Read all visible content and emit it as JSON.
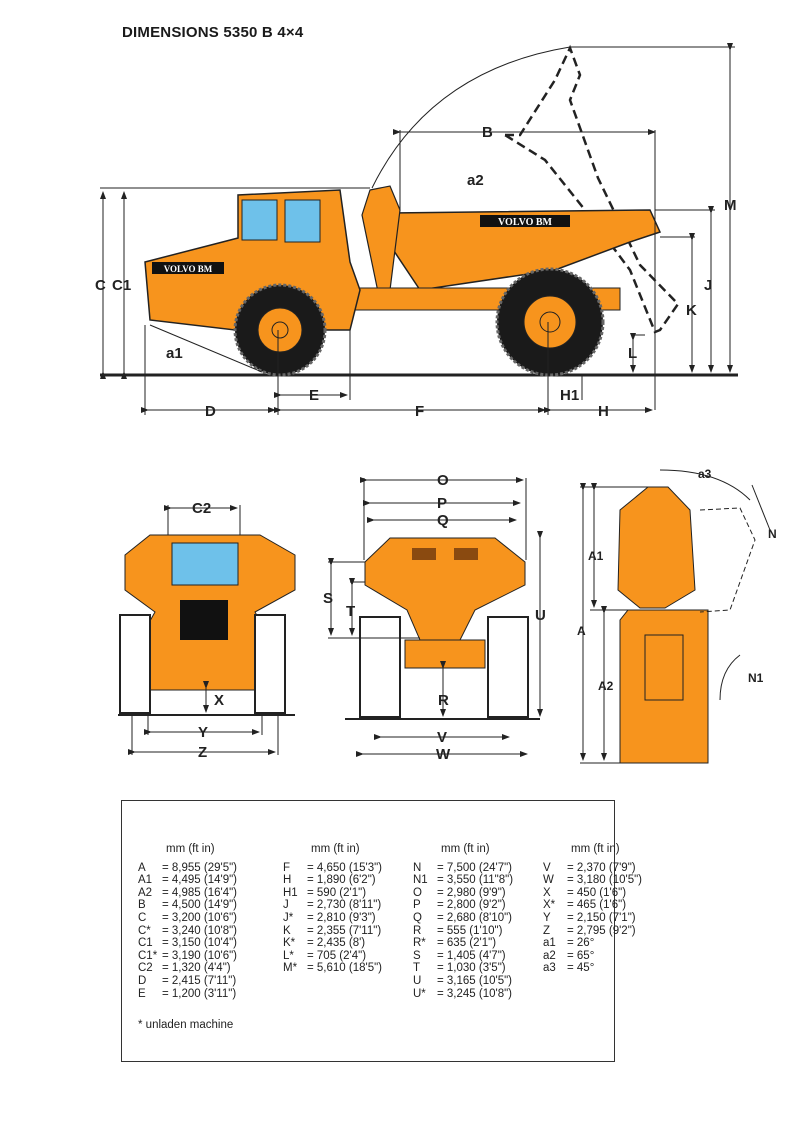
{
  "title": "DIMENSIONS 5350 B 4×4",
  "colors": {
    "machine_orange": "#F7941D",
    "glass_blue": "#6EC1EA",
    "line": "#222222"
  },
  "side_view": {
    "labels": [
      "B",
      "a2",
      "M",
      "C",
      "C1",
      "J",
      "K",
      "a1",
      "L",
      "E",
      "H1",
      "D",
      "F",
      "H"
    ],
    "logos": [
      "VOLVO BM",
      "VOLVO BM"
    ]
  },
  "front_view": {
    "labels": [
      "C2",
      "X",
      "Y",
      "Z"
    ]
  },
  "rear_view": {
    "labels": [
      "O",
      "P",
      "Q",
      "S",
      "T",
      "U",
      "R",
      "V",
      "W"
    ]
  },
  "top_view": {
    "labels": [
      "a3",
      "N",
      "A1",
      "A",
      "A2",
      "N1"
    ]
  },
  "spec_table": {
    "unit_header": "mm (ft in)",
    "columns": [
      [
        {
          "key": "A",
          "value": "= 8,955 (29'5\")"
        },
        {
          "key": "A1",
          "value": "= 4,495 (14'9\")"
        },
        {
          "key": "A2",
          "value": "= 4,985 (16'4\")"
        },
        {
          "key": "B",
          "value": "= 4,500 (14'9\")"
        },
        {
          "key": "C",
          "value": "= 3,200 (10'6\")"
        },
        {
          "key": "C*",
          "value": "= 3,240 (10'8\")"
        },
        {
          "key": "C1",
          "value": "= 3,150 (10'4\")"
        },
        {
          "key": "C1*",
          "value": "= 3,190 (10'6\")"
        },
        {
          "key": "C2",
          "value": "= 1,320 (4'4\")"
        },
        {
          "key": "D",
          "value": "= 2,415 (7'11\")"
        },
        {
          "key": "E",
          "value": "= 1,200 (3'11\")"
        }
      ],
      [
        {
          "key": "F",
          "value": "= 4,650 (15'3\")"
        },
        {
          "key": "H",
          "value": "= 1,890 (6'2\")"
        },
        {
          "key": "H1",
          "value": "=    590 (2'1\")"
        },
        {
          "key": "J",
          "value": "= 2,730 (8'11\")"
        },
        {
          "key": "J*",
          "value": "= 2,810 (9'3\")"
        },
        {
          "key": "K",
          "value": "= 2,355 (7'11\")"
        },
        {
          "key": "K*",
          "value": "= 2,435 (8')"
        },
        {
          "key": "L*",
          "value": "=    705 (2'4\")"
        },
        {
          "key": "M*",
          "value": "= 5,610 (18'5\")"
        }
      ],
      [
        {
          "key": "N",
          "value": "= 7,500 (24'7\")"
        },
        {
          "key": "N1",
          "value": "= 3,550 (11\"8\")"
        },
        {
          "key": "O",
          "value": "= 2,980 (9'9\")"
        },
        {
          "key": "P",
          "value": "= 2,800 (9'2\")"
        },
        {
          "key": "Q",
          "value": "= 2,680 (8'10\")"
        },
        {
          "key": "R",
          "value": "=    555 (1'10\")"
        },
        {
          "key": "R*",
          "value": "=    635 (2'1\")"
        },
        {
          "key": "S",
          "value": "= 1,405 (4'7\")"
        },
        {
          "key": "T",
          "value": "= 1,030 (3'5\")"
        },
        {
          "key": "U",
          "value": "= 3,165 (10'5\")"
        },
        {
          "key": "U*",
          "value": "= 3,245 (10'8\")"
        }
      ],
      [
        {
          "key": "V",
          "value": "= 2,370 (7'9\")"
        },
        {
          "key": "W",
          "value": "= 3,180 (10'5\")"
        },
        {
          "key": "X",
          "value": "=    450 (1'6\")"
        },
        {
          "key": "X*",
          "value": "=    465 (1'6\")"
        },
        {
          "key": "Y",
          "value": "= 2,150 (7'1\")"
        },
        {
          "key": "Z",
          "value": "= 2,795 (9'2\")"
        },
        {
          "key": "a1",
          "value": "= 26°"
        },
        {
          "key": "a2",
          "value": "= 65°"
        },
        {
          "key": "a3",
          "value": "= 45°"
        }
      ]
    ],
    "footnote": "* unladen machine"
  }
}
